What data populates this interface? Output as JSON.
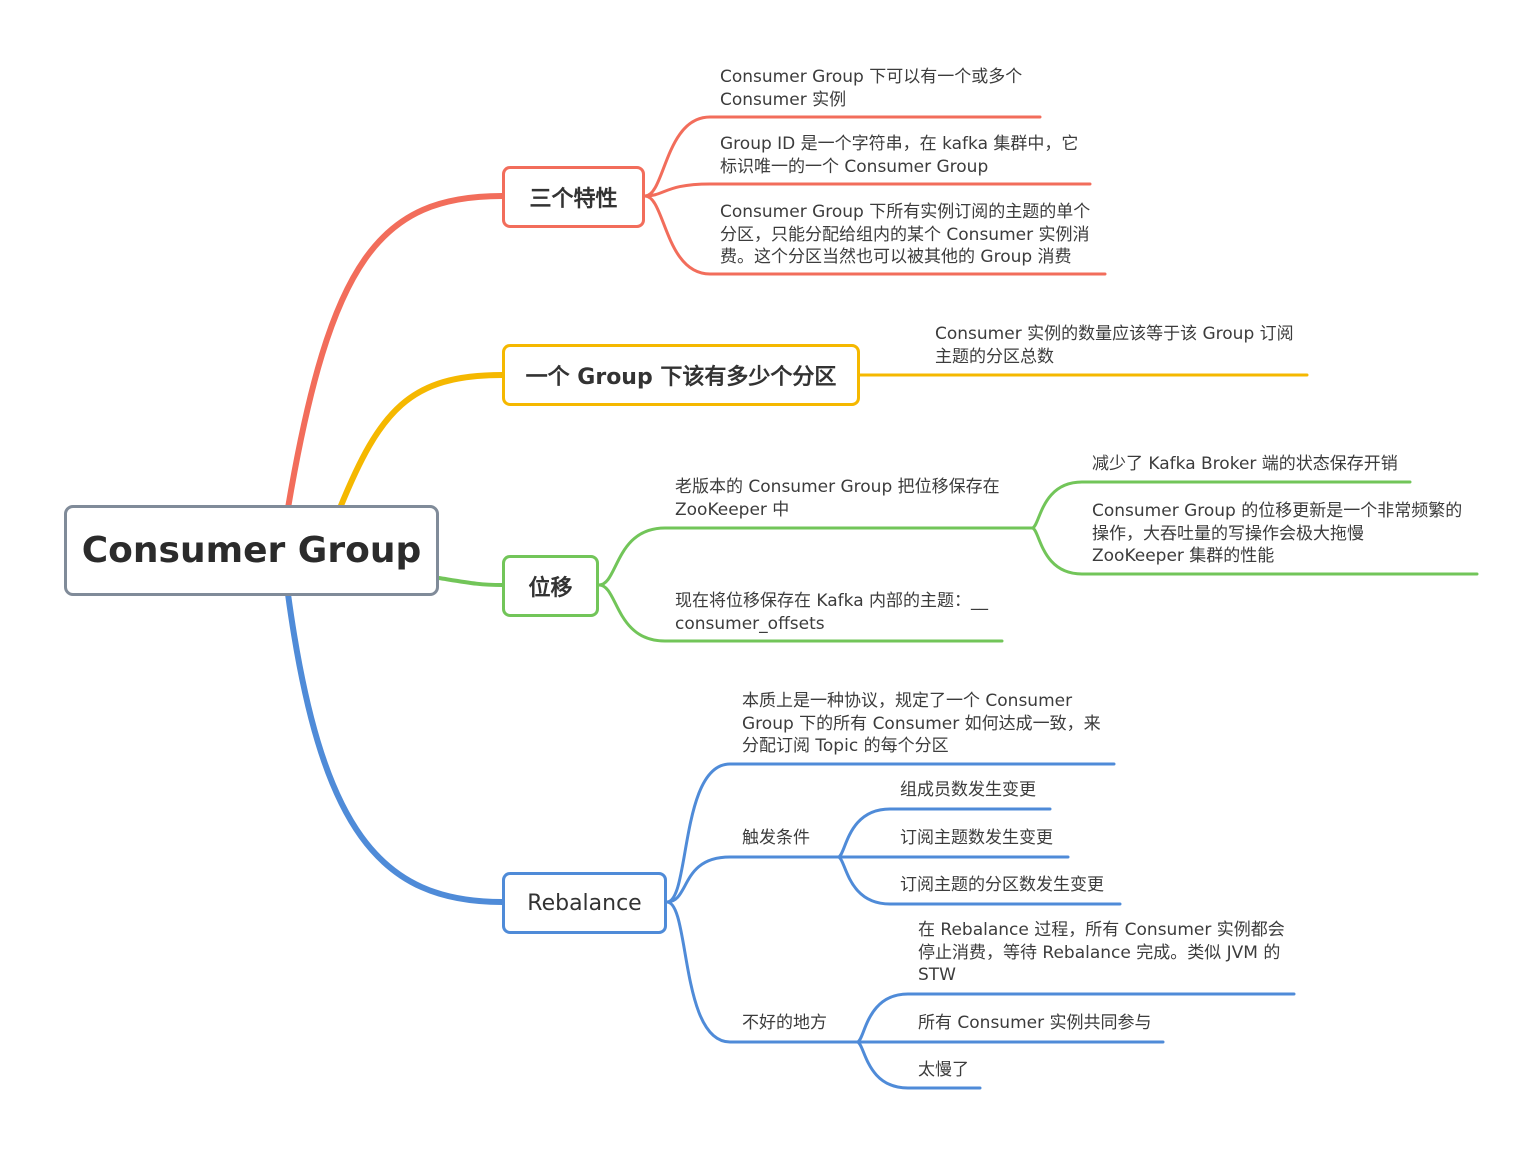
{
  "root": {
    "label": "Consumer Group"
  },
  "colors": {
    "red": "#f26d5b",
    "yellow": "#f5b800",
    "green": "#72c559",
    "blue": "#4f8bd8",
    "root_border": "#808b99"
  },
  "branches": {
    "features": {
      "label": "三个特性",
      "items": [
        "Consumer Group 下可以有一个或多个\nConsumer 实例",
        "Group ID 是一个字符串，在 kafka 集群中，它\n标识唯一的一个 Consumer Group",
        "Consumer Group 下所有实例订阅的主题的单个\n分区，只能分配给组内的某个 Consumer 实例消\n费。这个分区当然也可以被其他的  Group 消费"
      ]
    },
    "partitions": {
      "label": "一个 Group 下该有多少个分区",
      "items": [
        "Consumer 实例的数量应该等于该 Group 订阅\n主题的分区总数"
      ]
    },
    "offset": {
      "label": "位移",
      "old": {
        "label": "老版本的 Consumer Group 把位移保存在\nZooKeeper 中",
        "children": [
          "减少了 Kafka Broker 端的状态保存开销",
          "Consumer Group 的位移更新是一个非常频繁的\n操作，大吞吐量的写操作会极大拖慢\nZooKeeper 集群的性能"
        ]
      },
      "new": "现在将位移保存在 Kafka 内部的主题：__\nconsumer_offsets"
    },
    "rebalance": {
      "label": "Rebalance",
      "essence": "本质上是一种协议，规定了一个 Consumer\nGroup 下的所有 Consumer 如何达成一致，来\n分配订阅 Topic 的每个分区",
      "triggers": {
        "label": "触发条件",
        "children": [
          "组成员数发生变更",
          "订阅主题数发生变更",
          "订阅主题的分区数发生变更"
        ]
      },
      "cons": {
        "label": "不好的地方",
        "children": [
          "在 Rebalance 过程，所有 Consumer 实例都会\n停止消费，等待 Rebalance 完成。类似 JVM 的\nSTW",
          "所有 Consumer 实例共同参与",
          "太慢了"
        ]
      }
    }
  }
}
